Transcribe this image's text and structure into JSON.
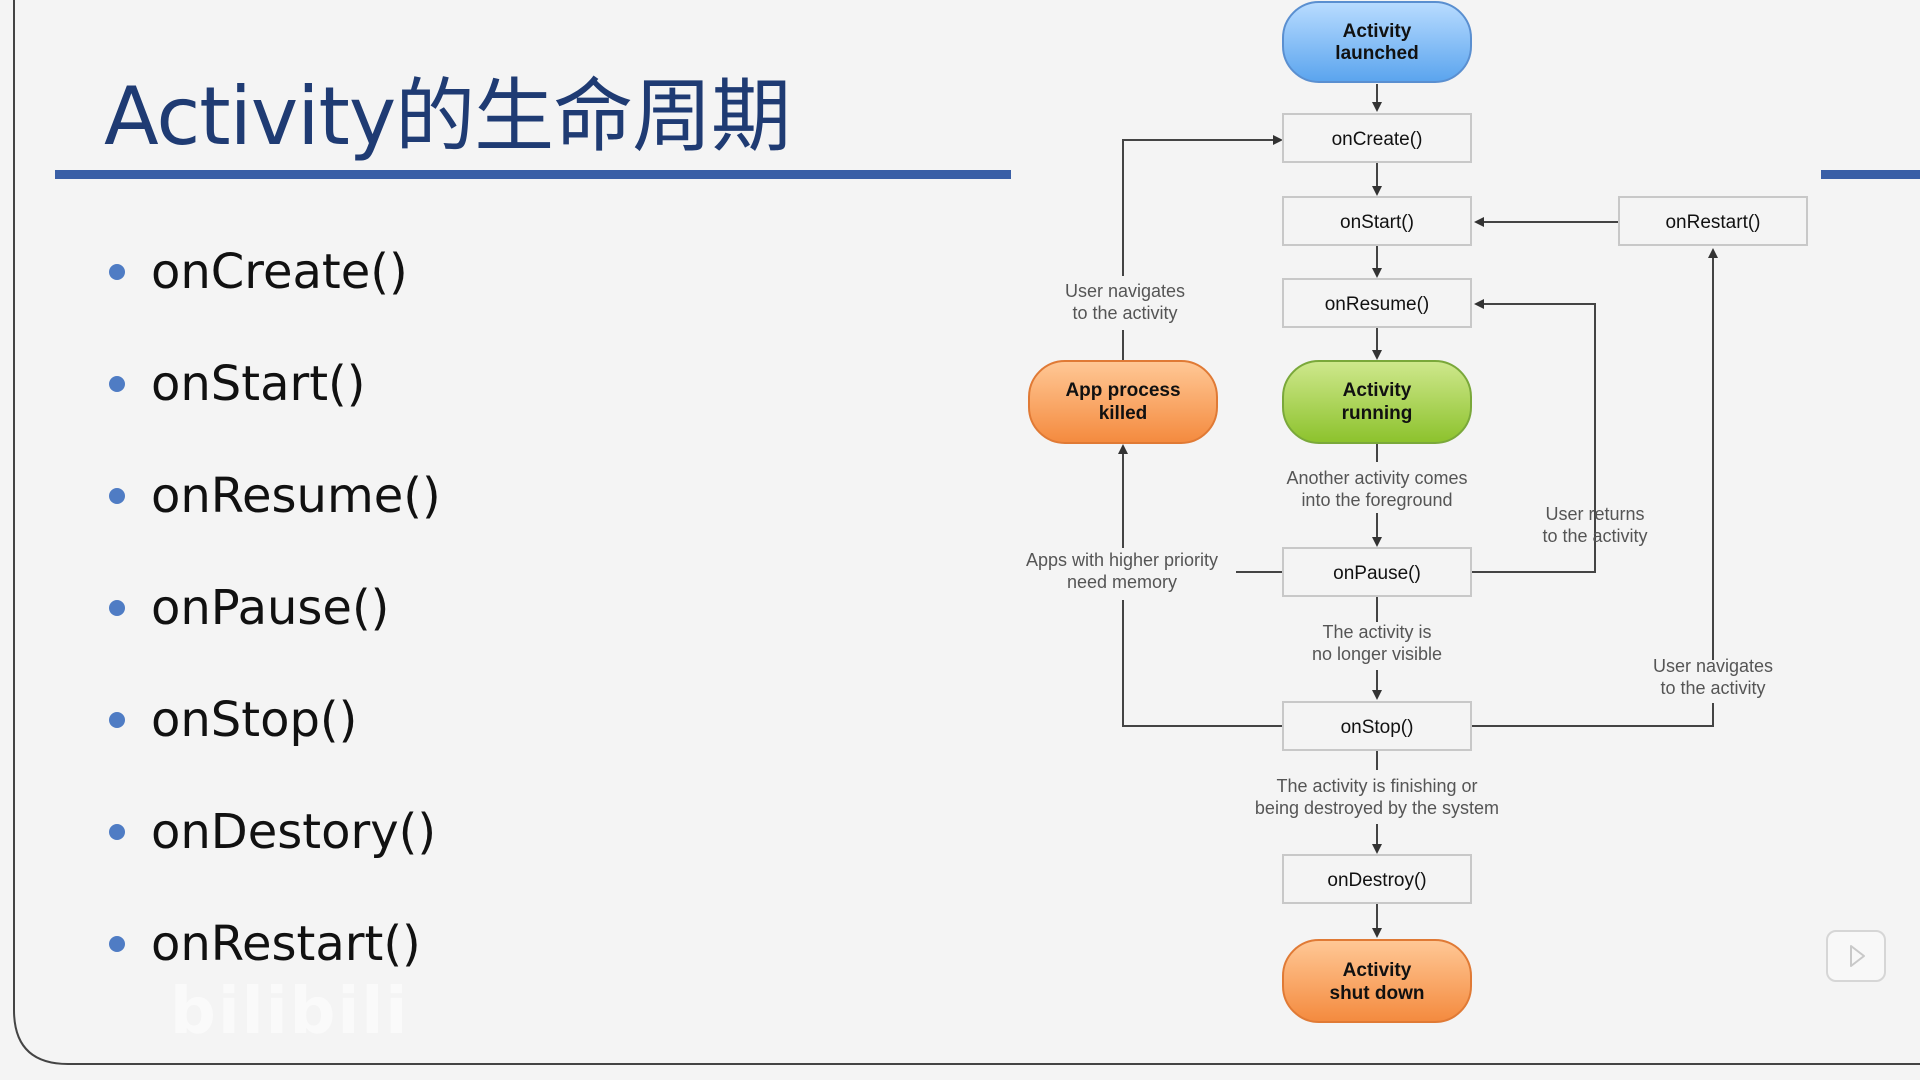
{
  "slide": {
    "title": "Activity的生命周期",
    "bullets": [
      "onCreate()",
      "onStart()",
      "onResume()",
      "onPause()",
      "onStop()",
      "onDestory()",
      "onRestart()"
    ]
  },
  "diagram": {
    "nodes": {
      "launched": [
        "Activity",
        "launched"
      ],
      "on_create": "onCreate()",
      "on_start": "onStart()",
      "on_restart": "onRestart()",
      "on_resume": "onResume()",
      "running": [
        "Activity",
        "running"
      ],
      "process_killed": [
        "App process",
        "killed"
      ],
      "on_pause": "onPause()",
      "on_stop": "onStop()",
      "on_destroy": "onDestroy()",
      "shut_down": [
        "Activity",
        "shut down"
      ]
    },
    "notes": {
      "user_navigates_left": [
        "User navigates",
        "to the activity"
      ],
      "another_activity": [
        "Another activity comes",
        "into the foreground"
      ],
      "user_returns": [
        "User returns",
        "to the activity"
      ],
      "higher_priority": [
        "Apps with higher priority",
        "need memory"
      ],
      "no_longer_visible": [
        "The activity is",
        "no longer visible"
      ],
      "user_navigates_right": [
        "User navigates",
        "to the activity"
      ],
      "finishing": [
        "The activity is finishing or",
        "being destroyed by the system"
      ]
    },
    "colors": {
      "launched": "#7fb8f0",
      "running": "#a8d24a",
      "orange": "#f7a15a",
      "box": "#f2f2f2"
    }
  },
  "watermark": "bilibili"
}
